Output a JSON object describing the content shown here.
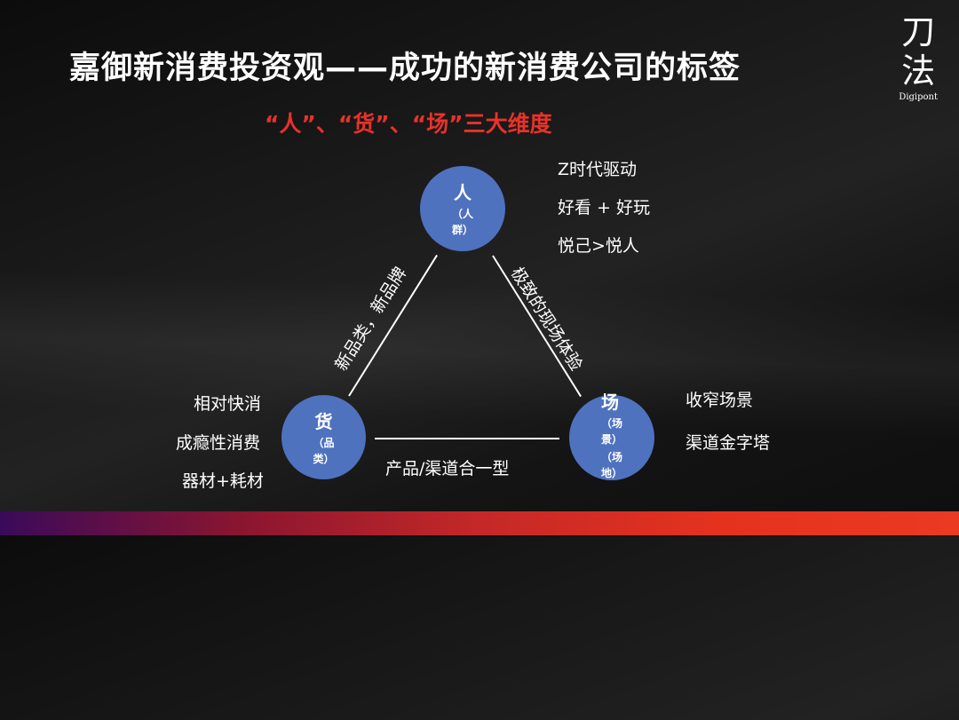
{
  "slide": {
    "title": "嘉御新消费投资观——成功的新消费公司的标签",
    "subtitle": "“人”、“货”、“场”三大维度",
    "logo": {
      "chars": [
        "刀",
        "法"
      ],
      "english": "Digipont"
    },
    "nodes": {
      "people": {
        "title": "人",
        "sub": "（人群）"
      },
      "goods": {
        "title": "货",
        "sub": "（品类）"
      },
      "place": {
        "title": "场",
        "sub1": "（场景）",
        "sub2": "（场地）"
      }
    },
    "edges": {
      "people_goods": "新品类，新品牌",
      "people_place": "极致的现场体验",
      "goods_place": "产品/渠道合一型"
    },
    "people_notes": [
      "Z时代驱动",
      "好看 + 好玩",
      "悦己>悦人"
    ],
    "goods_notes": [
      "相对快消",
      "成瘾性消费",
      "器材+耗材"
    ],
    "place_notes": [
      "收窄场景",
      "渠道金字塔"
    ],
    "colors": {
      "node": "#4f72bf",
      "accent": "#e8322a"
    }
  }
}
